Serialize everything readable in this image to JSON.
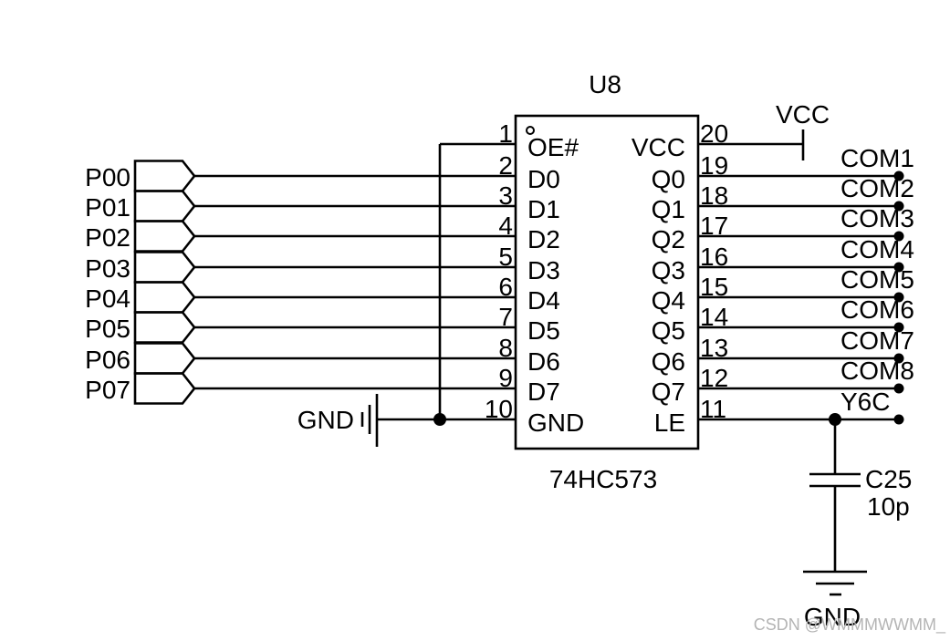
{
  "chip": {
    "reference": "U8",
    "part_number": "74HC573"
  },
  "left_pins": [
    {
      "number": "1",
      "label": "OE#"
    },
    {
      "number": "2",
      "label": "D0"
    },
    {
      "number": "3",
      "label": "D1"
    },
    {
      "number": "4",
      "label": "D2"
    },
    {
      "number": "5",
      "label": "D3"
    },
    {
      "number": "6",
      "label": "D4"
    },
    {
      "number": "7",
      "label": "D5"
    },
    {
      "number": "8",
      "label": "D6"
    },
    {
      "number": "9",
      "label": "D7"
    },
    {
      "number": "10",
      "label": "GND"
    }
  ],
  "right_pins": [
    {
      "number": "20",
      "label": "VCC"
    },
    {
      "number": "19",
      "label": "Q0"
    },
    {
      "number": "18",
      "label": "Q1"
    },
    {
      "number": "17",
      "label": "Q2"
    },
    {
      "number": "16",
      "label": "Q3"
    },
    {
      "number": "15",
      "label": "Q4"
    },
    {
      "number": "14",
      "label": "Q5"
    },
    {
      "number": "13",
      "label": "Q6"
    },
    {
      "number": "12",
      "label": "Q7"
    },
    {
      "number": "11",
      "label": "LE"
    }
  ],
  "ports": [
    "P00",
    "P01",
    "P02",
    "P03",
    "P04",
    "P05",
    "P06",
    "P07"
  ],
  "output_nets": [
    "COM1",
    "COM2",
    "COM3",
    "COM4",
    "COM5",
    "COM6",
    "COM7",
    "COM8"
  ],
  "le_net": "Y6C",
  "power": {
    "vcc": "VCC",
    "gnd_left": "GND",
    "gnd_bottom": "GND"
  },
  "capacitor": {
    "reference": "C25",
    "value": "10p"
  },
  "watermark": "CSDN @WMMMWWMM_",
  "colors": {
    "ink": "#000000",
    "watermark": "#b4b4b4",
    "background": "#ffffff"
  }
}
